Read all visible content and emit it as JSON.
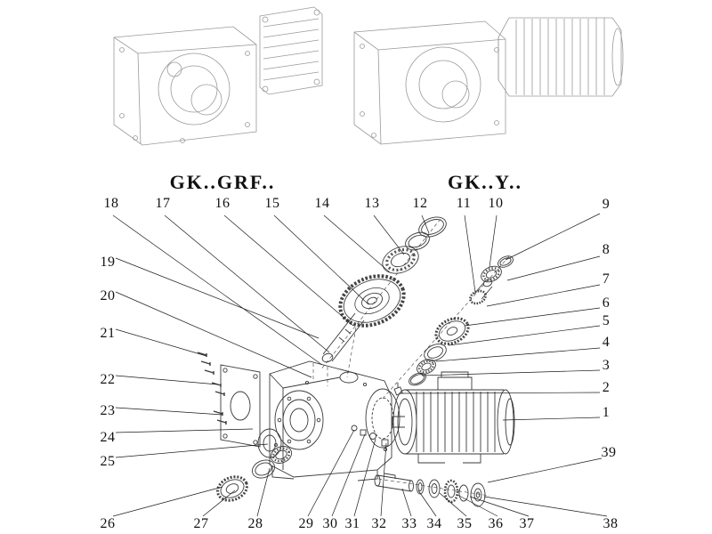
{
  "titles": {
    "left_model": "GK..GRF..",
    "right_model": "GK..Y.."
  },
  "callouts": [
    "1",
    "2",
    "3",
    "4",
    "5",
    "6",
    "7",
    "8",
    "9",
    "10",
    "11",
    "12",
    "13",
    "14",
    "15",
    "16",
    "17",
    "18",
    "19",
    "20",
    "21",
    "22",
    "23",
    "24",
    "25",
    "26",
    "27",
    "28",
    "29",
    "30",
    "31",
    "32",
    "33",
    "34",
    "35",
    "36",
    "37",
    "38",
    "39"
  ],
  "colors": {
    "text": "#111111",
    "line_art": "#3a3a3a",
    "ghost_line": "#9a9a9a",
    "leader": "#1b1b1b",
    "background": "#ffffff"
  }
}
